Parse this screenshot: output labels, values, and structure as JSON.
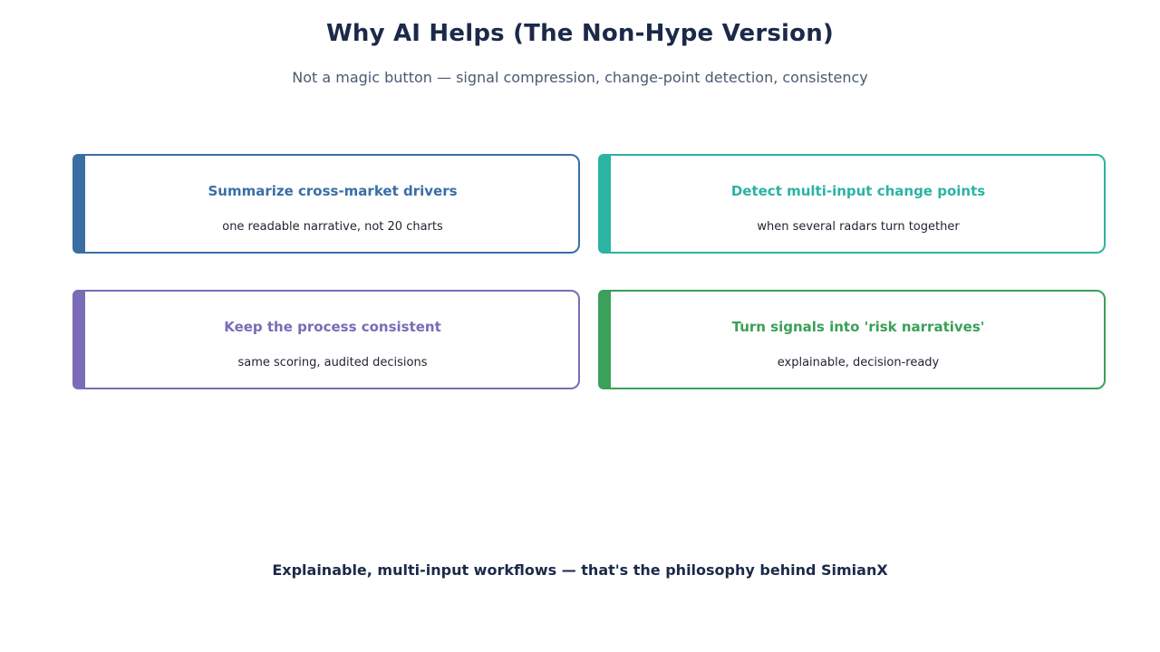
{
  "header": {
    "title": "Why AI Helps (The Non-Hype Version)",
    "subtitle": "Not a magic button — signal compression, change-point detection, consistency"
  },
  "cards": [
    {
      "title": "Summarize cross-market drivers",
      "description": "one readable narrative, not 20 charts",
      "color": "#3a6ea5"
    },
    {
      "title": "Detect multi-input change points",
      "description": "when several radars turn together",
      "color": "#2bb3a3"
    },
    {
      "title": "Keep the process consistent",
      "description": "same scoring, audited decisions",
      "color": "#7b6bb8"
    },
    {
      "title": "Turn signals into 'risk narratives'",
      "description": "explainable, decision-ready",
      "color": "#3aa05a"
    }
  ],
  "footer": {
    "text": "Explainable, multi-input workflows — that's the philosophy behind SimianX"
  }
}
